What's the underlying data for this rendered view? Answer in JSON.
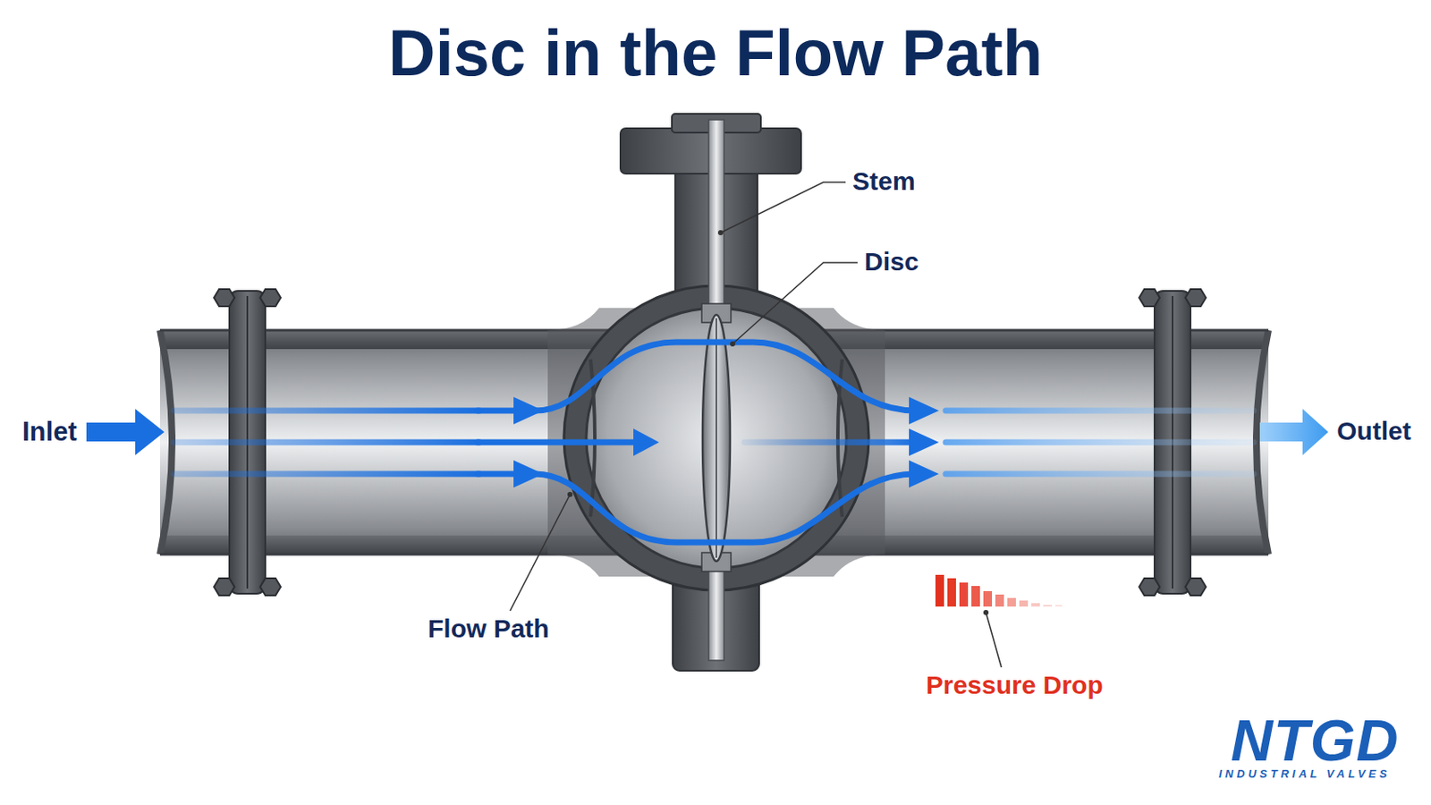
{
  "diagram": {
    "title": "Disc in the Flow Path",
    "labels": [
      "Stem",
      "Disc",
      "Inlet",
      "Outlet",
      "Flow Path",
      "Pressure Drop",
      "NTGD",
      "INDUSTRIAL VALVES"
    ]
  }
}
